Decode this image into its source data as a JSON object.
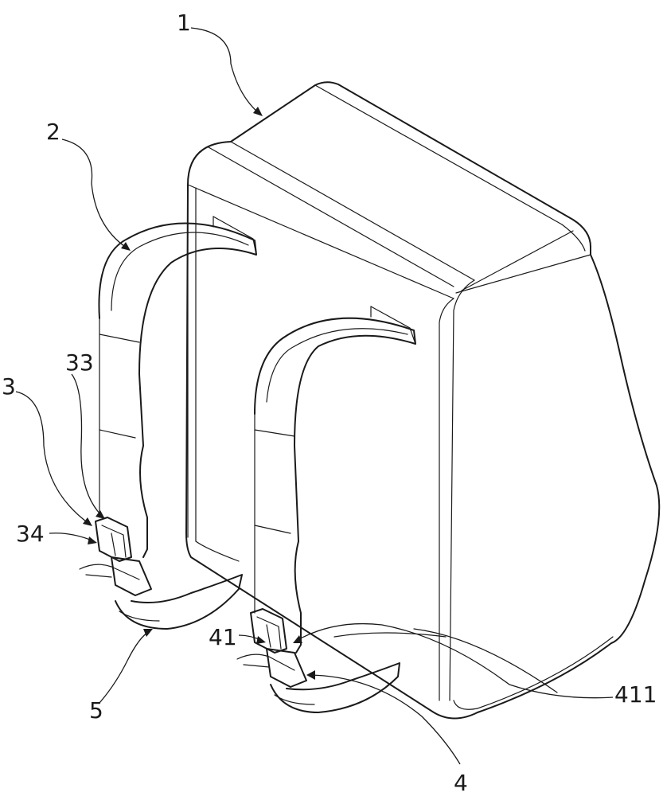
{
  "labels": {
    "l1": "1",
    "l2": "2",
    "l3": "3",
    "l33": "33",
    "l34": "34",
    "l41": "41",
    "l411": "411",
    "l4": "4",
    "l5": "5"
  }
}
